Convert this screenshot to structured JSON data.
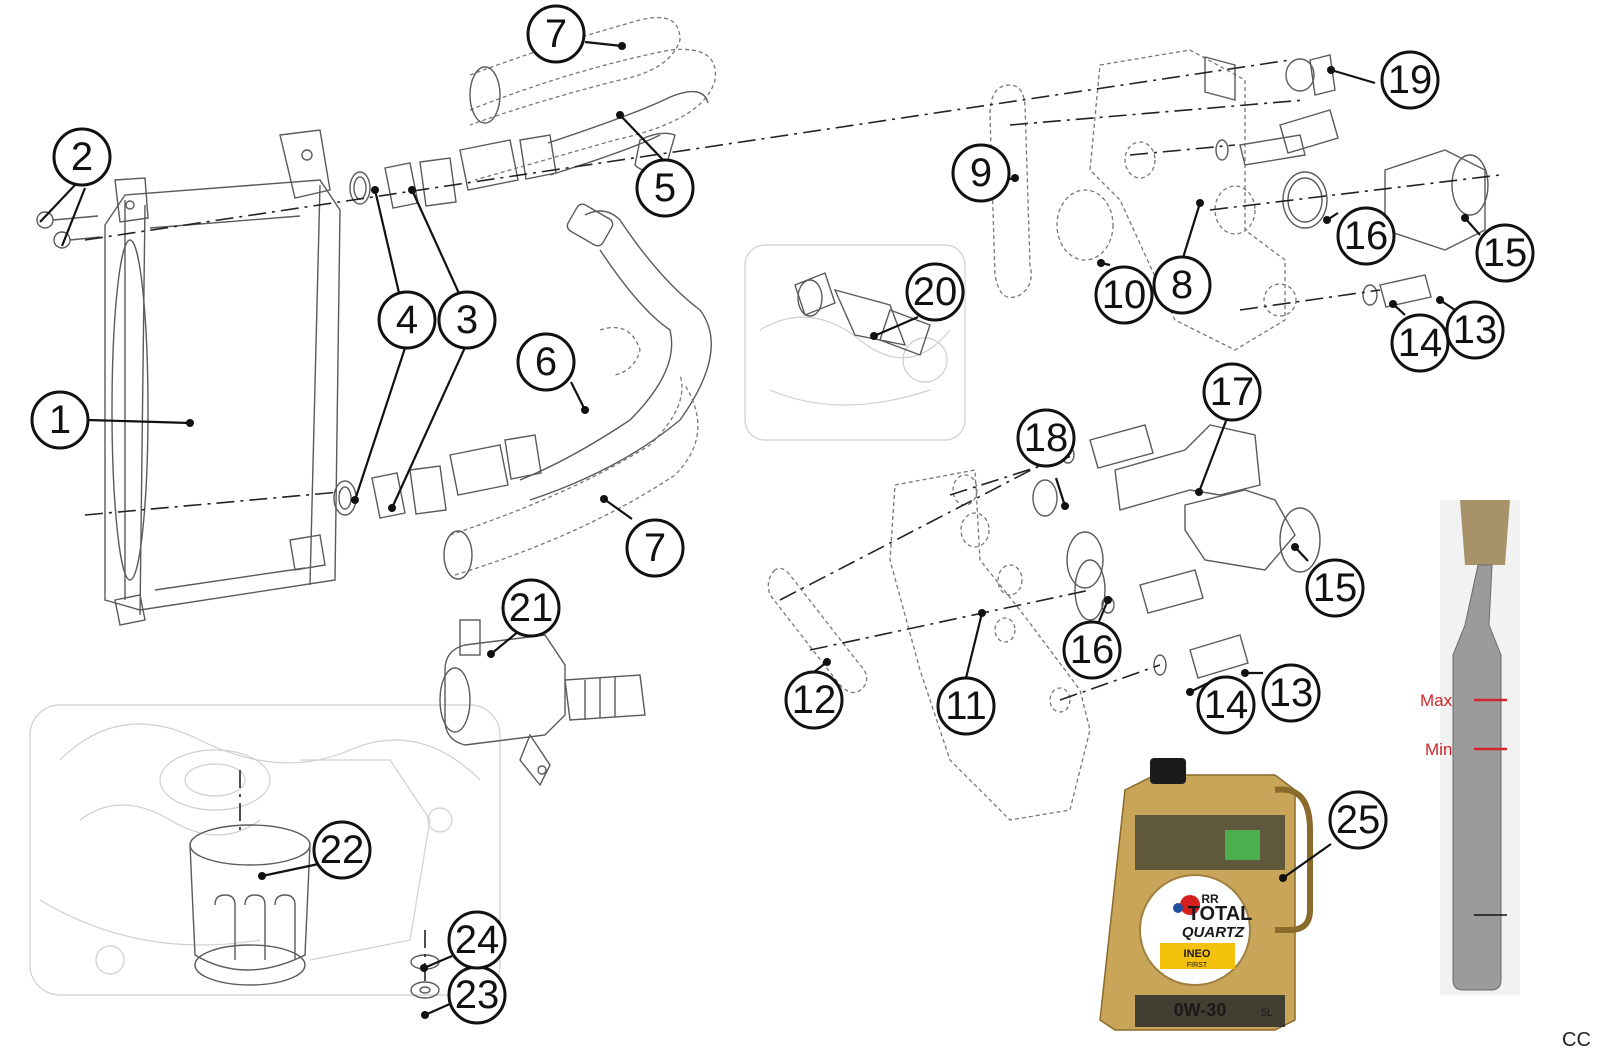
{
  "colors": {
    "ink": "#111111",
    "line": "#5a5a5a",
    "ghost": "#cfcfcf",
    "dipstick_mark": "#d0262b",
    "bottle_gold": "#c9a55a"
  },
  "callouts": [
    {
      "label": "1"
    },
    {
      "label": "2"
    },
    {
      "label": "3"
    },
    {
      "label": "4"
    },
    {
      "label": "5"
    },
    {
      "label": "6"
    },
    {
      "label": "7"
    },
    {
      "label": "7"
    },
    {
      "label": "8"
    },
    {
      "label": "9"
    },
    {
      "label": "10"
    },
    {
      "label": "11"
    },
    {
      "label": "12"
    },
    {
      "label": "13"
    },
    {
      "label": "13"
    },
    {
      "label": "14"
    },
    {
      "label": "14"
    },
    {
      "label": "15"
    },
    {
      "label": "15"
    },
    {
      "label": "16"
    },
    {
      "label": "16"
    },
    {
      "label": "17"
    },
    {
      "label": "18"
    },
    {
      "label": "19"
    },
    {
      "label": "20"
    },
    {
      "label": "21"
    },
    {
      "label": "22"
    },
    {
      "label": "23"
    },
    {
      "label": "24"
    },
    {
      "label": "25"
    }
  ],
  "dipstick": {
    "max_label": "Max",
    "min_label": "Min"
  },
  "oil_bottle": {
    "brand": "TOTAL",
    "line": "QUARTZ",
    "variant": "INEO",
    "sub": "FIRST",
    "grade": "0W-30",
    "volume": "5L",
    "logo": "RR"
  },
  "corner_label": "CC"
}
